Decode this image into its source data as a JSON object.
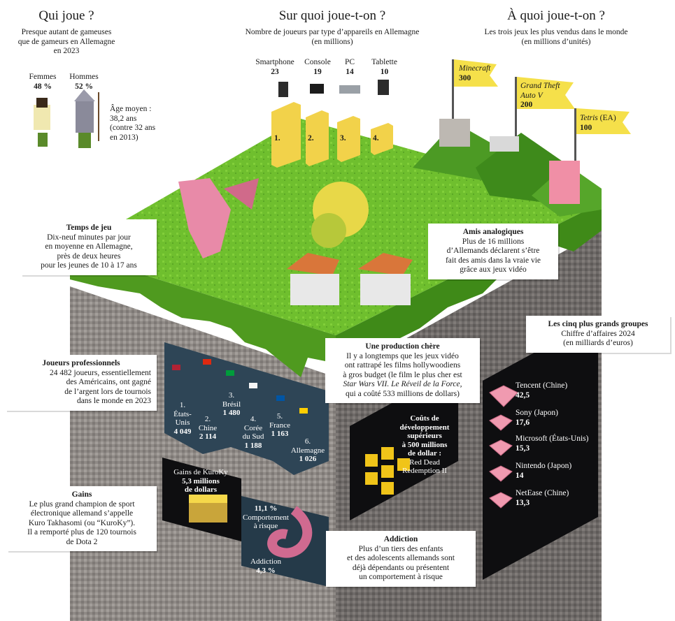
{
  "who": {
    "title": "Qui joue ?",
    "subtitle_lines": [
      "Presque autant de gameuses",
      "que de gameurs en Allemagne",
      "en 2023"
    ],
    "women_label": "Femmes",
    "women_value": "48 %",
    "men_label": "Hommes",
    "men_value": "52 %",
    "age_lines": [
      "Âge moyen :",
      "38,2 ans",
      "(contre 32 ans",
      "en 2013)"
    ]
  },
  "what_on": {
    "title": "Sur quoi joue-t-on ?",
    "subtitle_lines": [
      "Nombre de joueurs par type d’appareils en Allemagne",
      "(en millions)"
    ],
    "devices": [
      {
        "name": "Smartphone",
        "value": "23",
        "rank": "1."
      },
      {
        "name": "Console",
        "value": "19",
        "rank": "2."
      },
      {
        "name": "PC",
        "value": "14",
        "rank": "3."
      },
      {
        "name": "Tablette",
        "value": "10",
        "rank": "4."
      }
    ]
  },
  "what_game": {
    "title": "À quoi joue-t-on ?",
    "subtitle_lines": [
      "Les trois jeux les plus vendus dans le monde",
      "(en millions d’unités)"
    ],
    "games": [
      {
        "name_lines": [
          "Minecraft"
        ],
        "value": "300"
      },
      {
        "name_lines": [
          "Grand Theft",
          "Auto V"
        ],
        "value": "200"
      },
      {
        "name_lines": [
          "Tetris",
          "(EA)"
        ],
        "value": "100"
      }
    ]
  },
  "playtime": {
    "title": "Temps de jeu",
    "lines": [
      "Dix-neuf minutes par jour",
      "en moyenne en Allemagne,",
      "près de deux heures",
      "pour les jeunes de 10 à 17 ans"
    ]
  },
  "friends": {
    "title": "Amis analogiques",
    "lines": [
      "Plus de 16 millions",
      "d’Allemands déclarent s’être",
      "fait des amis dans la vraie vie",
      "grâce aux jeux vidéo"
    ]
  },
  "groups": {
    "title": "Les cinq plus grands groupes",
    "subtitle_lines": [
      "Chiffre d’affaires 2024",
      "(en milliards d’euros)"
    ],
    "items": [
      {
        "name": "Tencent (Chine)",
        "value": "42,5"
      },
      {
        "name": "Sony (Japon)",
        "value": "17,6"
      },
      {
        "name": "Microsoft (États-Unis)",
        "value": "15,3"
      },
      {
        "name": "Nintendo (Japon)",
        "value": "14"
      },
      {
        "name": "NetEase (Chine)",
        "value": "13,3"
      }
    ]
  },
  "production": {
    "title": "Une production chère",
    "lines": [
      "Il y a longtemps que les jeux vidéo",
      "ont rattrapé les films hollywoodiens",
      "à gros budget (le film le plus cher est",
      "Star Wars VII. Le Réveil de la Force,",
      "qui a coûté 533 millions de dollars)"
    ],
    "cost_lines": [
      "Coûts de",
      "développement",
      "supérieurs",
      "à 500 millions",
      "de dollar :"
    ],
    "cost_game_lines": [
      "Red Dead",
      "Redemption II"
    ]
  },
  "pros": {
    "title": "Joueurs professionnels",
    "lines": [
      "24 482 joueurs, essentiellement",
      "des Américains, ont gagné",
      "de l’argent lors de tournois",
      "dans le monde en 2023"
    ],
    "countries": [
      {
        "label_lines": [
          "1.",
          "États-Unis"
        ],
        "value": "4 049"
      },
      {
        "label_lines": [
          "2.",
          "Chine"
        ],
        "value": "2 114"
      },
      {
        "label_lines": [
          "3.",
          "Brésil"
        ],
        "value": "1 480"
      },
      {
        "label_lines": [
          "4.",
          "Corée",
          "du Sud"
        ],
        "value": "1 188"
      },
      {
        "label_lines": [
          "5.",
          "France"
        ],
        "value": "1 163"
      },
      {
        "label_lines": [
          "6.",
          "Allemagne"
        ],
        "value": "1 026"
      }
    ]
  },
  "gains": {
    "title": "Gains",
    "lines": [
      "Le plus grand champion de sport",
      "électronique allemand s’appelle",
      "Kuro Takhasomi (ou “KuroKy”).",
      "Il a remporté plus de 120 tournois",
      "de Dota 2"
    ],
    "cave_label": "Gains de KuroKy",
    "cave_value_lines": [
      "5,3 millions",
      "de dollars"
    ]
  },
  "risk": {
    "value": "11,1 %",
    "label_lines": [
      "Comportement",
      "à risque"
    ],
    "addiction_label": "Addiction",
    "addiction_value": "4,3 %"
  },
  "addiction": {
    "title": "Addiction",
    "lines": [
      "Plus d’un tiers des enfants",
      "et des adolescents allemands sont",
      "déjà dépendants ou présentent",
      "un comportement à risque"
    ]
  }
}
